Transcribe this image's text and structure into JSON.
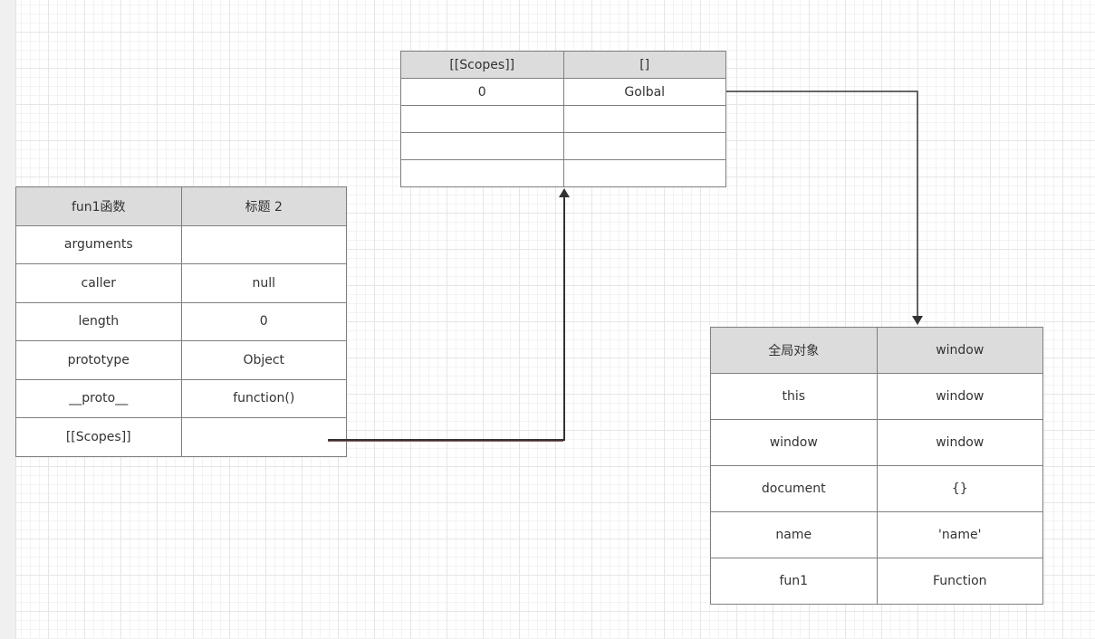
{
  "scopes_table": {
    "header": [
      "[[Scopes]]",
      "[]"
    ],
    "rows": [
      [
        "0",
        "Golbal"
      ],
      [
        "",
        ""
      ],
      [
        "",
        ""
      ],
      [
        "",
        ""
      ]
    ]
  },
  "fun1_table": {
    "header": [
      "fun1函数",
      "标题 2"
    ],
    "rows": [
      [
        "arguments",
        ""
      ],
      [
        "caller",
        "null"
      ],
      [
        "length",
        "0"
      ],
      [
        "prototype",
        "Object"
      ],
      [
        "__proto__",
        "function()"
      ],
      [
        "[[Scopes]]",
        ""
      ]
    ]
  },
  "global_table": {
    "header": [
      "全局对象",
      "window"
    ],
    "rows": [
      [
        "this",
        "window"
      ],
      [
        "window",
        "window"
      ],
      [
        "document",
        "{}"
      ],
      [
        "name",
        "'name'"
      ],
      [
        "fun1",
        "Function"
      ]
    ]
  },
  "colors": {
    "header_bg": "#dcdcdc",
    "border": "#7f7f7f",
    "connector": "#333333",
    "connector_highlight": "#8b5a5a"
  }
}
